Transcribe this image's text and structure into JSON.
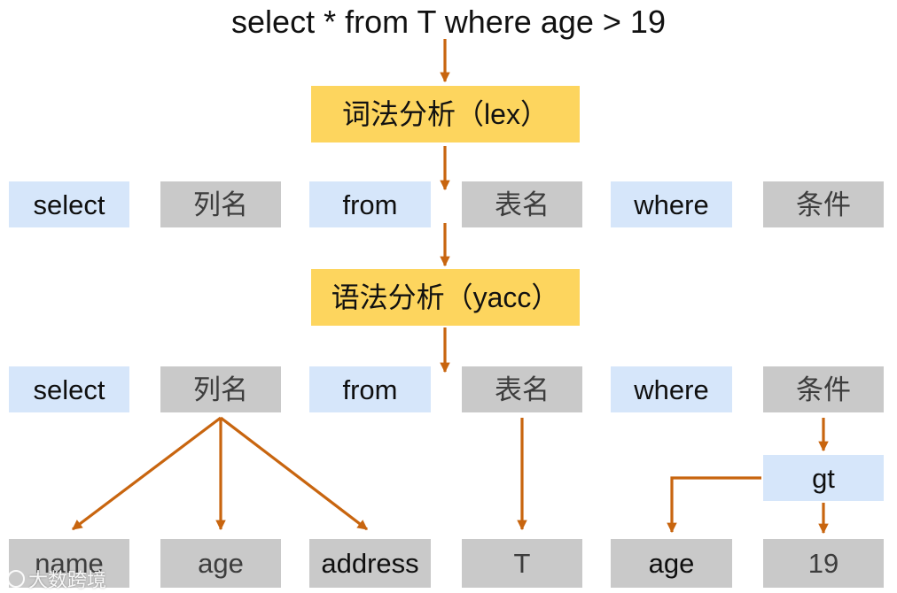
{
  "title": "select * from T where age > 19",
  "lex_label": "词法分析（lex）",
  "yacc_label": "语法分析（yacc）",
  "tokens": [
    "select",
    "列名",
    "from",
    "表名",
    "where",
    "条件"
  ],
  "parsed": [
    "select",
    "列名",
    "from",
    "表名",
    "where",
    "条件"
  ],
  "operator": "gt",
  "leaves": [
    "name",
    "age",
    "address",
    "T",
    "age",
    "19"
  ],
  "watermark": "大数跨境",
  "colors": {
    "keyword_box": "#d6e6fa",
    "placeholder_box": "#c9c9c9",
    "stage_box": "#fdd55e",
    "arrow": "#c8650f"
  }
}
